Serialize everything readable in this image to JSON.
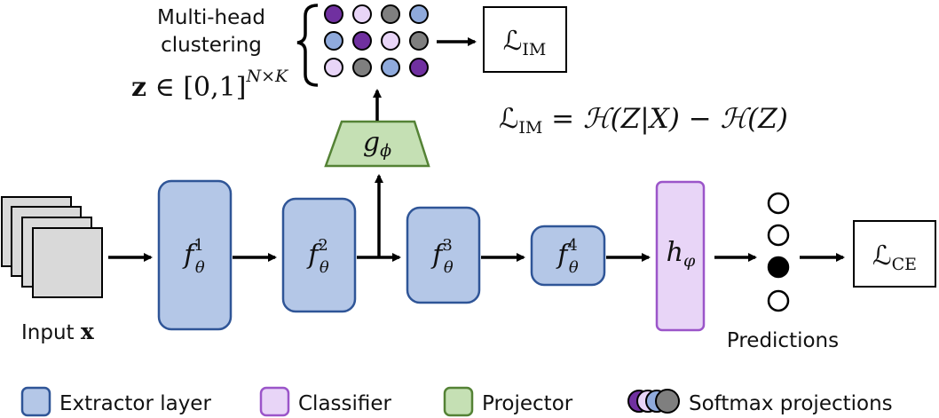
{
  "top_left": {
    "line1": "Multi-head",
    "line2": "clustering",
    "z_bold": "z",
    "z_rest": " ∈ [0,1]",
    "z_sup": "N×K"
  },
  "grid_colors": [
    [
      "purple",
      "light",
      "gray",
      "blue"
    ],
    [
      "blue",
      "purple",
      "light",
      "gray"
    ],
    [
      "light",
      "gray",
      "blue",
      "purple"
    ]
  ],
  "colors": {
    "extractor_fill": "#b4c7e7",
    "extractor_stroke": "#2f5597",
    "classifier_fill": "#e8d5f7",
    "classifier_stroke": "#9b55c9",
    "projector_fill": "#c5e0b4",
    "projector_stroke": "#548235",
    "purple": "#7030a0",
    "light": "#e8d5f7",
    "gray": "#7f7f7f",
    "blue": "#8faadc"
  },
  "loss_im_box": {
    "L": "ℒ",
    "sub": "IM"
  },
  "loss_ce_box": {
    "L": "ℒ",
    "sub": "CE"
  },
  "equation": {
    "L": "ℒ",
    "sub": "IM",
    "rest": " = ℋ(Z|X) − ℋ(Z)"
  },
  "projector": {
    "g": "g",
    "sub": "ϕ"
  },
  "extractors": [
    {
      "f": "f",
      "sub": "θ",
      "sup": "1"
    },
    {
      "f": "f",
      "sub": "θ",
      "sup": "2"
    },
    {
      "f": "f",
      "sub": "θ",
      "sup": "3"
    },
    {
      "f": "f",
      "sub": "θ",
      "sup": "4"
    }
  ],
  "classifier": {
    "h": "h",
    "sub": "φ"
  },
  "input": {
    "word": "Input ",
    "x": "x"
  },
  "predictions": {
    "label": "Predictions",
    "nodes": [
      false,
      false,
      true,
      false
    ]
  },
  "legend": {
    "extractor": "Extractor layer",
    "classifier": "Classifier",
    "projector": "Projector",
    "softmax": "Softmax projections"
  }
}
